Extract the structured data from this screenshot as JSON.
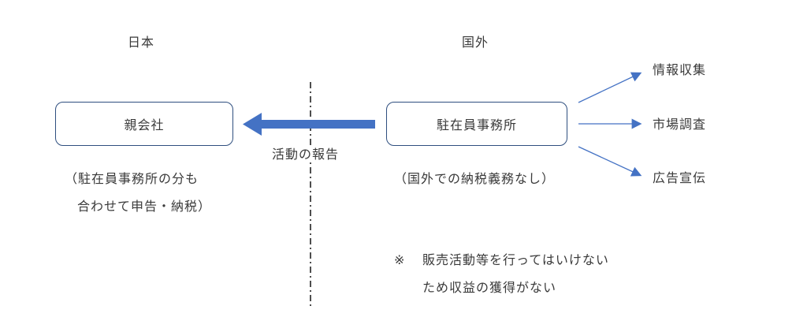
{
  "labels": {
    "japan": "日本",
    "overseas": "国外"
  },
  "nodes": {
    "parent": "親会社",
    "office": "駐在員事務所",
    "info": "情報収集",
    "market": "市場調査",
    "ads": "広告宣伝"
  },
  "arrow_label": "活動の報告",
  "notes": {
    "parent_line1": "（駐在員事務所の分も",
    "parent_line2": "合わせて申告・納税）",
    "office": "（国外での納税義務なし）",
    "remark_mark": "※",
    "remark_line1": "販売活動等を行ってはいけない",
    "remark_line2": "ため収益の獲得がない"
  },
  "colors": {
    "box_border": "#2f4f7f",
    "arrow_fill": "#4472c4",
    "line": "#4472c4",
    "text": "#3a3a3a"
  }
}
